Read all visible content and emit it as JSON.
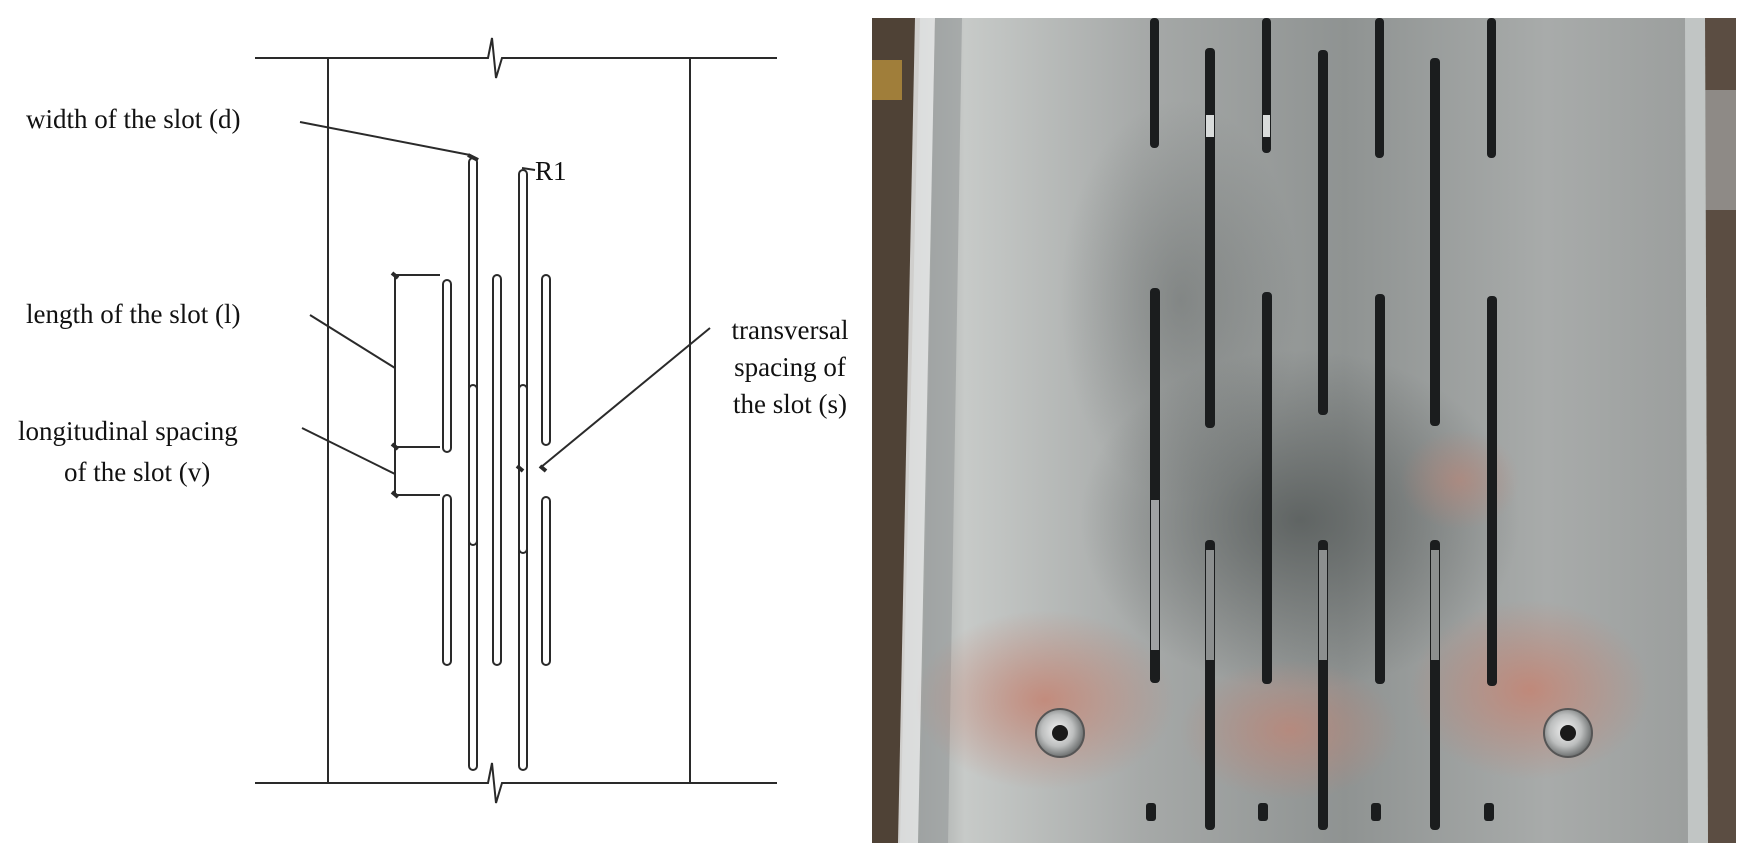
{
  "drawing": {
    "labels": {
      "width": "width of the slot (d)",
      "radius": "R1",
      "length": "length of the slot (l)",
      "longitudinal_line1": "longitudinal spacing",
      "longitudinal_line2": "of the slot (v)",
      "transversal_line1": "transversal",
      "transversal_line2": "spacing of",
      "transversal_line3": "the slot (s)"
    }
  },
  "photo": {
    "subject": "slotted steel channel specimen",
    "colors": {
      "metal": "#a9acaa",
      "metal_dark": "#7d8180",
      "background": "#6e5a4a",
      "copper_tint": "#b27a6a",
      "slot": "#1b1d1e"
    }
  }
}
